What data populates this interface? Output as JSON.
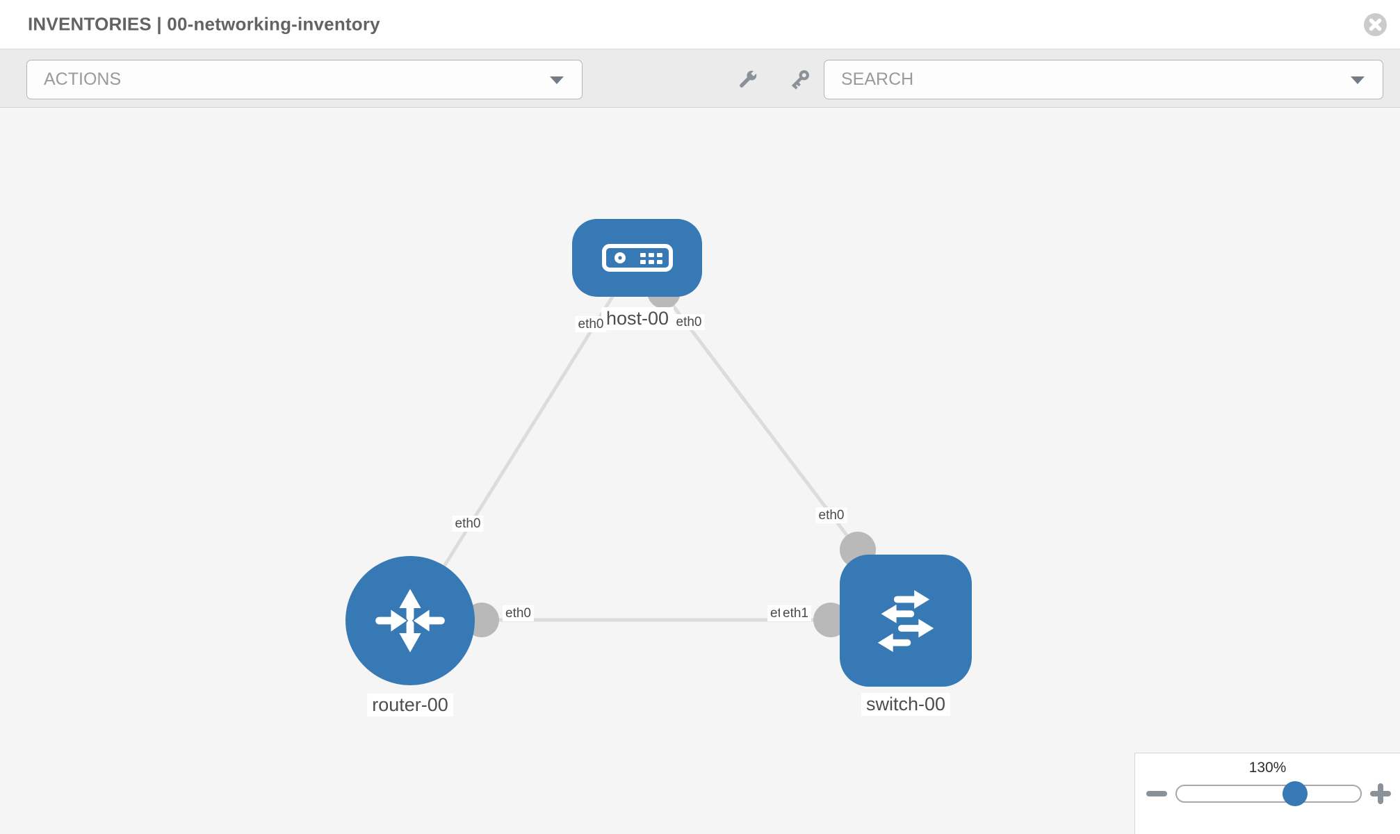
{
  "header": {
    "title": "INVENTORIES | 00-networking-inventory"
  },
  "toolbar": {
    "actions_label": "ACTIONS",
    "search_label": "SEARCH"
  },
  "icons": {
    "close": "x-circle",
    "wrench": "wrench",
    "key": "key",
    "dropdown": "chevron-down",
    "zoom_out": "minus",
    "zoom_in": "plus"
  },
  "topology": {
    "nodes": [
      {
        "id": "host-00",
        "type": "host",
        "label": "host-00"
      },
      {
        "id": "router-00",
        "type": "router",
        "label": "router-00"
      },
      {
        "id": "switch-00",
        "type": "switch",
        "label": "switch-00"
      }
    ],
    "links": [
      {
        "from": "host-00",
        "from_iface": "eth0",
        "to": "router-00",
        "to_iface": "eth0"
      },
      {
        "from": "host-00",
        "from_iface": "eth0",
        "to": "switch-00",
        "to_iface": "eth0"
      },
      {
        "from": "router-00",
        "from_iface": "eth0",
        "to": "switch-00",
        "to_iface": "eth1"
      }
    ],
    "iface_labels": {
      "host_left": "eth0",
      "host_right": "eth0",
      "router_link": "eth0",
      "switch_link": "eth0",
      "mid_router": "eth0",
      "mid_switch_back": "eth0",
      "mid_switch_front": "eth1"
    }
  },
  "zoom_control": {
    "level": "130%"
  },
  "colors": {
    "node_blue": "#3779b5",
    "port_gray": "#b9b9b9",
    "link_gray": "#dcdcdc",
    "canvas_bg": "#f5f5f5",
    "toolbar_bg": "#ebebeb"
  }
}
